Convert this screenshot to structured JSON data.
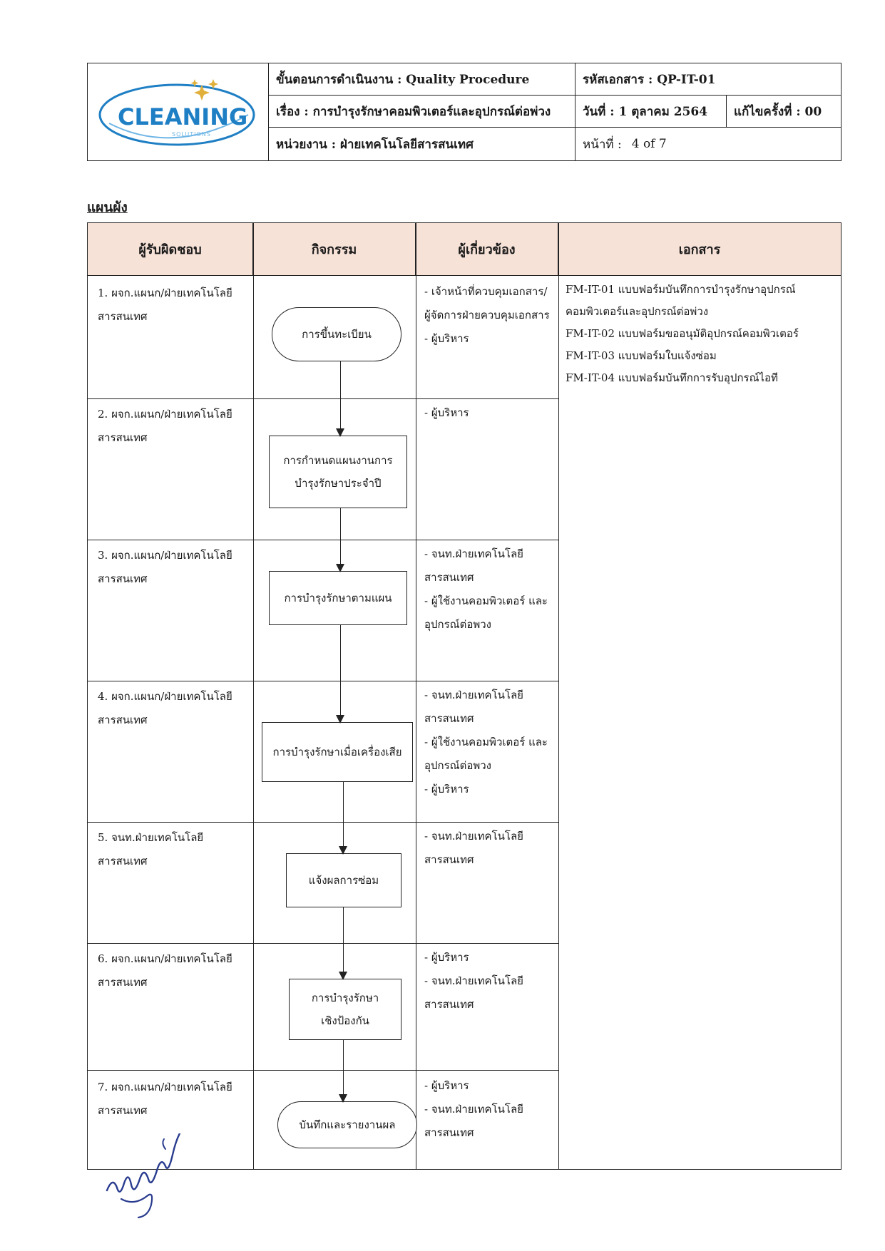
{
  "header": {
    "logo_text": "CLEANING",
    "logo_sub": "SOLUTIONS",
    "procedure_label": "ขั้นตอนการดำเนินงาน : Quality Procedure",
    "doc_code": "รหัสเอกสาร : QP-IT-01",
    "subject": "เรื่อง : การบำรุงรักษาคอมพิวเตอร์และอุปกรณ์ต่อพ่วง",
    "date": "วันที่ : 1 ตุลาคม 2564",
    "revision": "แก้ไขครั้งที่ : 00",
    "department": "หน่วยงาน  : ฝ่ายเทคโนโลยีสารสนเทศ",
    "page_label": "หน้าที่ :",
    "page_value": "4 of 7"
  },
  "section_title": "แผนผัง",
  "columns": {
    "responsible": "ผู้รับผิดชอบ",
    "activity": "กิจกรรม",
    "related": "ผู้เกี่ยวข้อง",
    "documents": "เอกสาร"
  },
  "steps": [
    {
      "resp": [
        "1. ผจก.แผนก/ฝ่ายเทคโนโลยี",
        "สารสนเทศ"
      ],
      "activity": [
        "การขึ้นทะเบียน"
      ],
      "related": [
        "- เจ้าหน้าที่ควบคุมเอกสาร/",
        "ผู้จัดการฝ่ายควบคุมเอกสาร",
        "- ผู้บริหาร"
      ]
    },
    {
      "resp": [
        "2. ผจก.แผนก/ฝ่ายเทคโนโลยี",
        "สารสนเทศ"
      ],
      "activity": [
        "การกำหนดแผนงานการ",
        "บำรุงรักษาประจำปี"
      ],
      "related": [
        "- ผู้บริหาร"
      ]
    },
    {
      "resp": [
        "3. ผจก.แผนก/ฝ่ายเทคโนโลยี",
        "สารสนเทศ"
      ],
      "activity": [
        "การบำรุงรักษาตามแผน"
      ],
      "related": [
        "- จนท.ฝ่ายเทคโนโลยี",
        "สารสนเทศ",
        "- ผู้ใช้งานคอมพิวเตอร์ และ",
        "อุปกรณ์ต่อพวง"
      ]
    },
    {
      "resp": [
        "4. ผจก.แผนก/ฝ่ายเทคโนโลยี",
        "สารสนเทศ"
      ],
      "activity": [
        "การบำรุงรักษาเมื่อเครื่องเสีย"
      ],
      "related": [
        "- จนท.ฝ่ายเทคโนโลยี",
        "สารสนเทศ",
        "- ผู้ใช้งานคอมพิวเตอร์ และ",
        "อุปกรณ์ต่อพวง",
        "- ผู้บริหาร"
      ]
    },
    {
      "resp": [
        "5. จนท.ฝ่ายเทคโนโลยี",
        "สารสนเทศ"
      ],
      "activity": [
        "แจ้งผลการซ่อม"
      ],
      "related": [
        "- จนท.ฝ่ายเทคโนโลยี",
        "สารสนเทศ"
      ]
    },
    {
      "resp": [
        "6. ผจก.แผนก/ฝ่ายเทคโนโลยี",
        "สารสนเทศ"
      ],
      "activity": [
        "การบำรุงรักษา",
        "เชิงป้องกัน"
      ],
      "related": [
        "- ผู้บริหาร",
        "- จนท.ฝ่ายเทคโนโลยี",
        "สารสนเทศ"
      ]
    },
    {
      "resp": [
        "7. ผจก.แผนก/ฝ่ายเทคโนโลยี",
        "สารสนเทศ"
      ],
      "activity": [
        "บันทึกและรายงานผล"
      ],
      "related": [
        "- ผู้บริหาร",
        "- จนท.ฝ่ายเทคโนโลยี",
        "สารสนเทศ"
      ]
    }
  ],
  "documents": [
    "FM-IT-01 แบบฟอร์มบันทึกการบำรุงรักษาอุปกรณ์",
    "คอมพิวเตอร์และอุปกรณ์ต่อพ่วง",
    "FM-IT-02 แบบฟอร์มขออนุมัติอุปกรณ์คอมพิวเตอร์",
    "FM-IT-03 แบบฟอร์มใบแจ้งซ่อม",
    "FM-IT-04 แบบฟอร์มบันทึกการรับอุปกรณ์ไอที"
  ],
  "signature": "ณัฐธนัทท์",
  "colors": {
    "header_fill": "#f7e2d8",
    "logo_blue": "#1f7fc4",
    "logo_gold": "#e0b03a"
  }
}
